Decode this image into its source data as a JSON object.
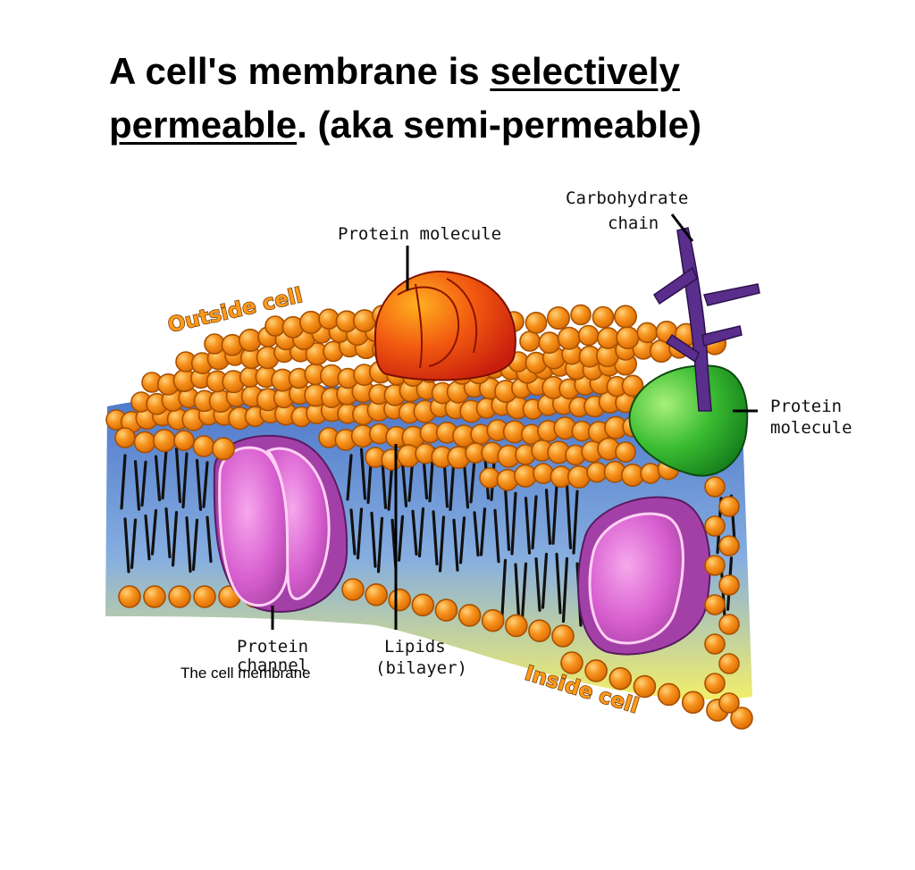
{
  "title": {
    "part1": "A cell's membrane is ",
    "selectively": "selectively",
    "permeable": "permeable",
    "part2": ".   (aka semi-permeable)"
  },
  "labels": {
    "protein_molecule_top": "Protein molecule",
    "carbohydrate_line1": "Carbohydrate",
    "carbohydrate_line2": "chain",
    "protein_molecule_right_line1": "Protein",
    "protein_molecule_right_line2": "molecule",
    "protein_channel_line1": "Protein",
    "protein_channel_line2": "channel",
    "lipids_line1": "Lipids",
    "lipids_line2": "(bilayer)",
    "outside_cell": "Outside cell",
    "inside_cell": "Inside cell"
  },
  "caption": "The cell membrane",
  "colors": {
    "lipid_head": "#f7931e",
    "lipid_outline": "#a85000",
    "protein_red": "#ee3a12",
    "protein_green": "#2db32d",
    "channel_pink": "#c84fc0",
    "carbohydrate": "#5a2e8c",
    "membrane_blue": "#6f97d6",
    "membrane_yellow": "#f0ec6a"
  }
}
